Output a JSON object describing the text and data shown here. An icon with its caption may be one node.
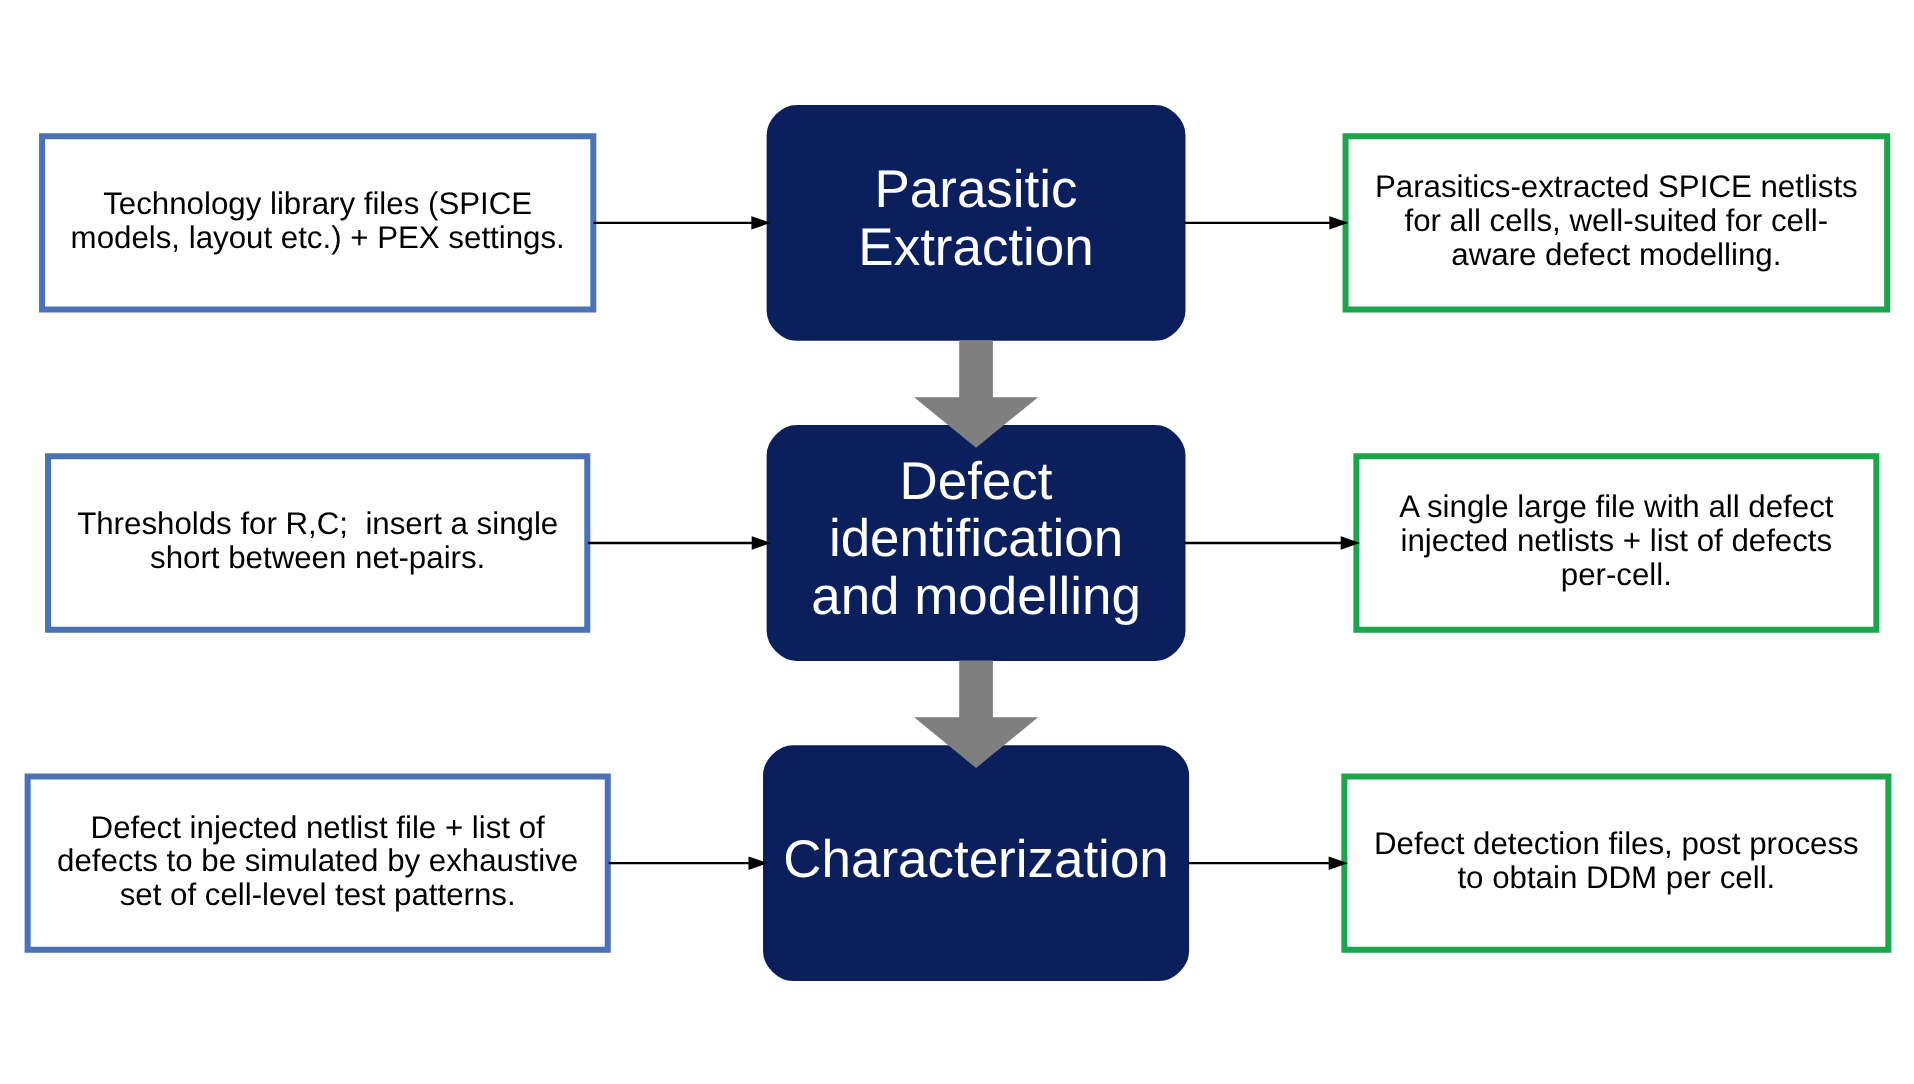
{
  "diagram": {
    "nodes": [
      {
        "text": [
          "Technology library files (SPICE models, layout etc.) + PEX settings."
        ]
      },
      {
        "text": [
          "Parasitic Extraction"
        ]
      },
      {
        "text": [
          "Parasitics-extracted SPICE netlists for all cells, well-suited for cell-aware defect modelling."
        ]
      },
      {
        "text": [
          "Thresholds for R,C;  insert a single short between net-pairs."
        ]
      },
      {
        "text": [
          "Defect identification and modelling"
        ]
      },
      {
        "text": [
          "A single large file with all defect injected netlists + list of defects per-cell."
        ]
      },
      {
        "text": [
          "Defect injected netlist file + list of defects to be simulated by exhaustive set of cell-level test patterns."
        ]
      },
      {
        "text": [
          "Characterization"
        ]
      },
      {
        "text": [
          "Defect detection files, post process to obtain DDM per cell."
        ]
      }
    ],
    "edges": [
      {
        "from": 0,
        "to": 1,
        "arrow": "to"
      },
      {
        "from": 1,
        "to": 2,
        "arrow": "to"
      },
      {
        "from": 1,
        "to": 4,
        "arrow": "to",
        "style": "thick",
        "color": "#7f7f7f"
      },
      {
        "from": 3,
        "to": 4,
        "arrow": "to"
      },
      {
        "from": 4,
        "to": 5,
        "arrow": "to"
      },
      {
        "from": 4,
        "to": 7,
        "arrow": "to",
        "style": "thick",
        "color": "#7f7f7f"
      },
      {
        "from": 6,
        "to": 7,
        "arrow": "to"
      },
      {
        "from": 7,
        "to": 8,
        "arrow": "to"
      }
    ]
  }
}
